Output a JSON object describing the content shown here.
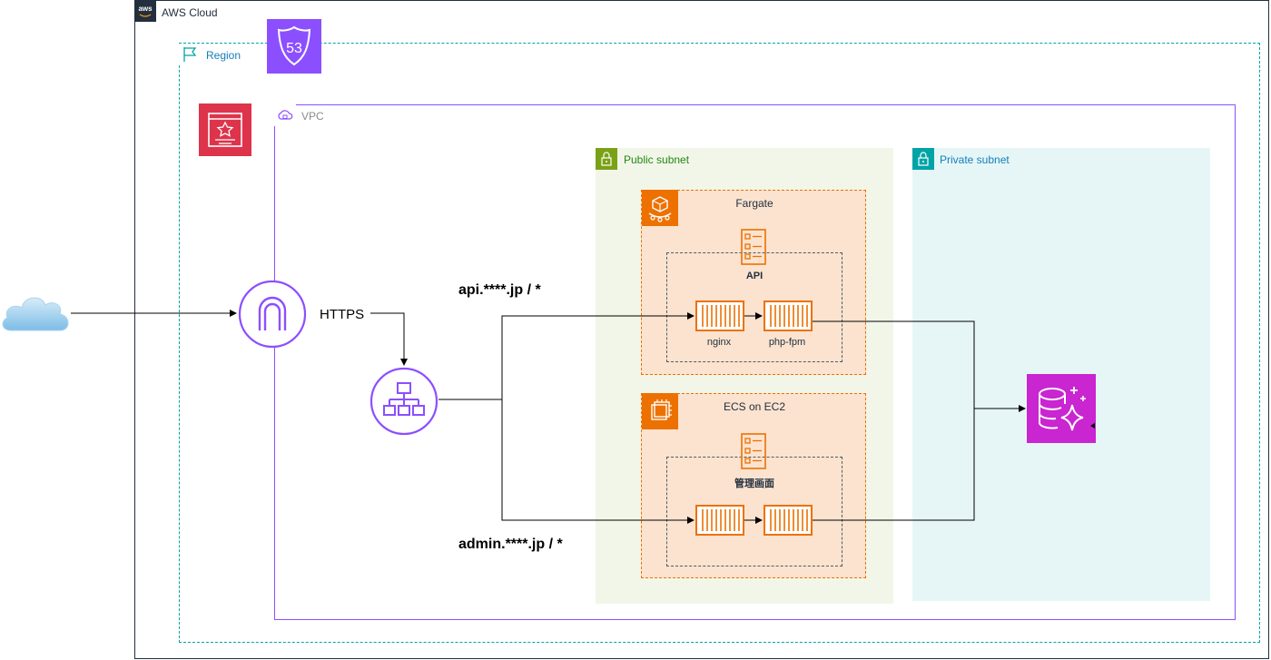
{
  "colors": {
    "cloud_border": "#232f3e",
    "region": "#00a4a6",
    "vpc": "#8c4fff",
    "public_subnet_fill": "#f2f6e8",
    "public_subnet_text": "#248814",
    "private_subnet_fill": "#e6f6f7",
    "private_subnet_text": "#147eba",
    "compute": "#ed7100",
    "compute_fill": "#fbe3cf",
    "route53": "#8c4fff",
    "waf": "#dd344c",
    "database": "#c925d1"
  },
  "diagram": {
    "aws_cloud": {
      "label": "AWS Cloud",
      "icon": "aws-logo-icon"
    },
    "region": {
      "label": "Region",
      "icon": "flag-icon"
    },
    "vpc": {
      "label": "VPC",
      "icon": "vpc-cloud-icon"
    },
    "public_subnet": {
      "label": "Public subnet",
      "icon": "lock-icon"
    },
    "private_subnet": {
      "label": "Private subnet",
      "icon": "lock-icon"
    },
    "route53": {
      "text": "53",
      "icon": "route53-shield-icon"
    },
    "waf": {
      "icon": "certificate-icon"
    },
    "internet": {
      "icon": "internet-cloud-icon"
    },
    "internet_gateway": {
      "icon": "internet-gateway-icon"
    },
    "load_balancer": {
      "icon": "load-balancer-icon"
    },
    "database": {
      "icon": "aurora-database-icon"
    },
    "https_label": "HTTPS",
    "api_route_label": "api.****.jp / *",
    "admin_route_label": "admin.****.jp / *",
    "fargate": {
      "label": "Fargate",
      "icon": "fargate-icon",
      "task": {
        "label": "API",
        "icon": "task-definition-icon"
      },
      "containers": [
        {
          "label": "nginx",
          "icon": "container-icon"
        },
        {
          "label": "php-fpm",
          "icon": "container-icon"
        }
      ]
    },
    "ecs_on_ec2": {
      "label": "ECS on EC2",
      "icon": "ec2-chip-icon",
      "task": {
        "label": "管理画面",
        "icon": "task-definition-icon"
      },
      "containers": [
        {
          "label": "",
          "icon": "container-icon"
        },
        {
          "label": "",
          "icon": "container-icon"
        }
      ]
    }
  }
}
